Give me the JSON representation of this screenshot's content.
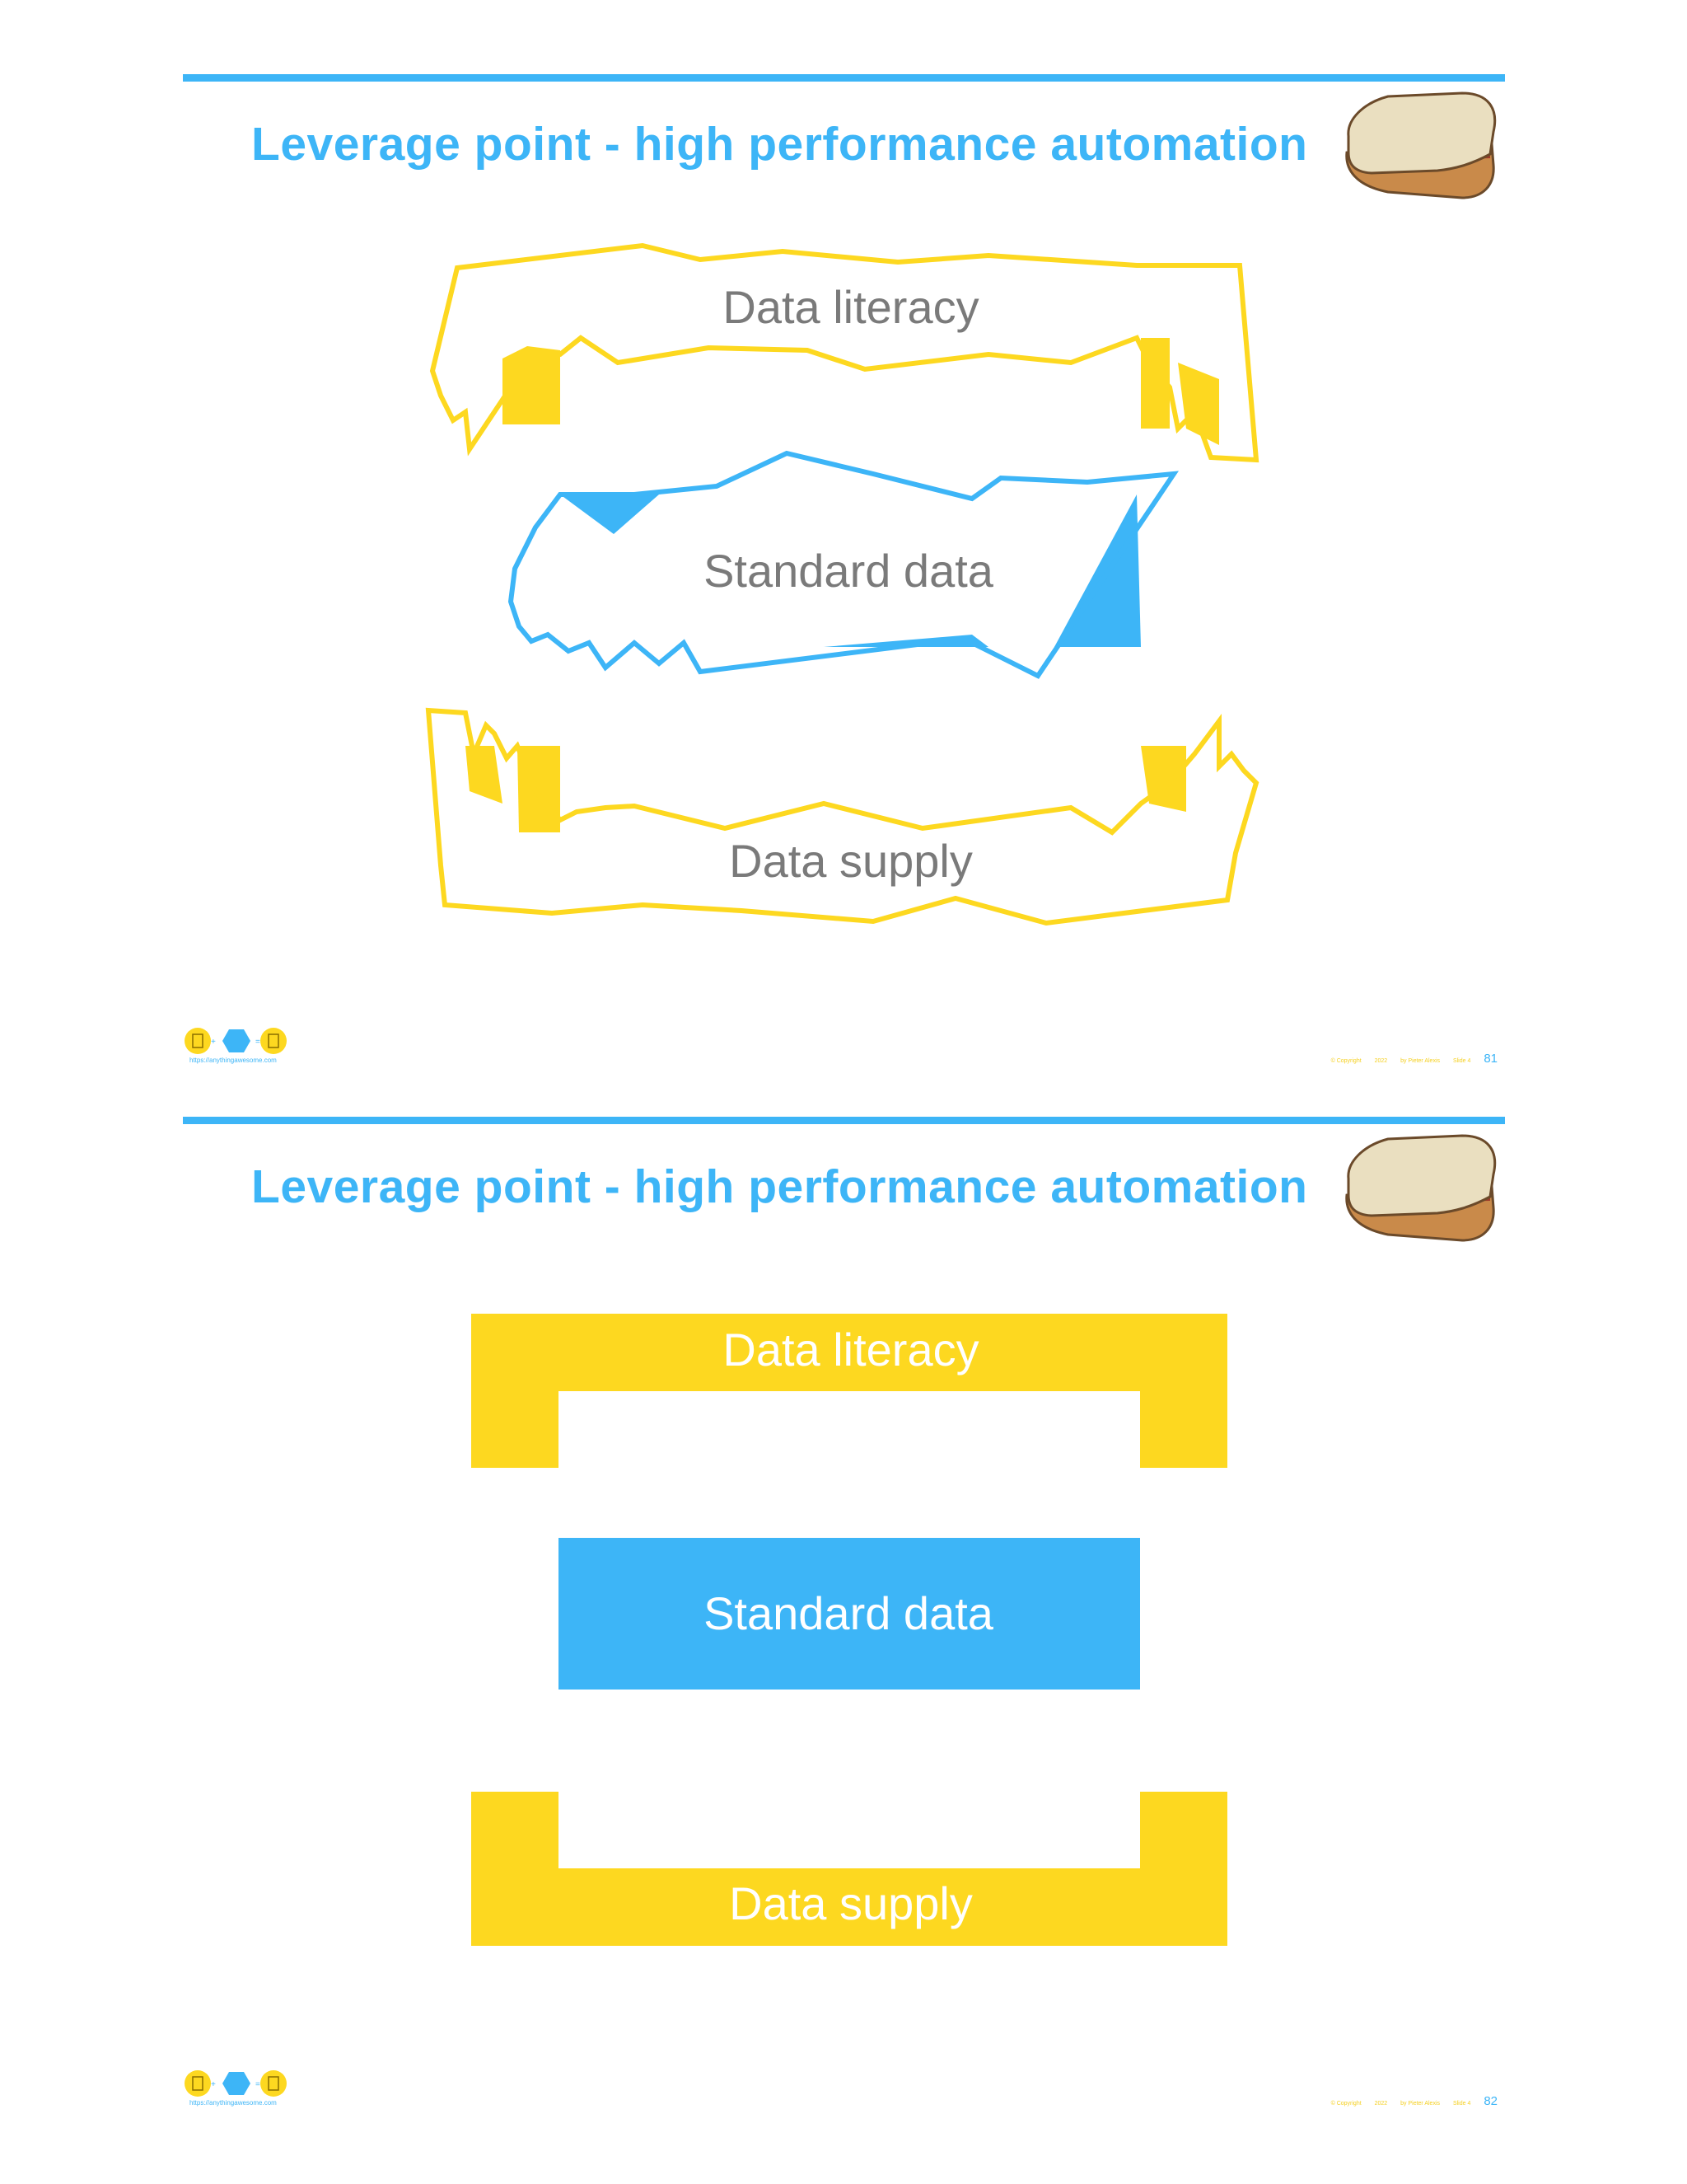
{
  "colors": {
    "accent_blue": "#3db5f7",
    "accent_yellow": "#fdd820",
    "label_gray": "#7a7a7a"
  },
  "slides": [
    {
      "title": "Leverage point - high performance automation",
      "style": "sketch",
      "labels": {
        "top": "Data literacy",
        "middle": "Standard data",
        "bottom": "Data supply"
      },
      "logo_url": "https://anythingawesome.com",
      "footer": {
        "copyright": "© Copyright",
        "year": "2022",
        "author": "by Pieter Alexis",
        "attribution": "Slide 4"
      },
      "page_number": "81"
    },
    {
      "title": "Leverage point - high performance automation",
      "style": "clean",
      "labels": {
        "top": "Data literacy",
        "middle": "Standard data",
        "bottom": "Data supply"
      },
      "logo_url": "https://anythingawesome.com",
      "footer": {
        "copyright": "© Copyright",
        "year": "2022",
        "author": "by Pieter Alexis",
        "attribution": "Slide 4"
      },
      "page_number": "82"
    }
  ]
}
